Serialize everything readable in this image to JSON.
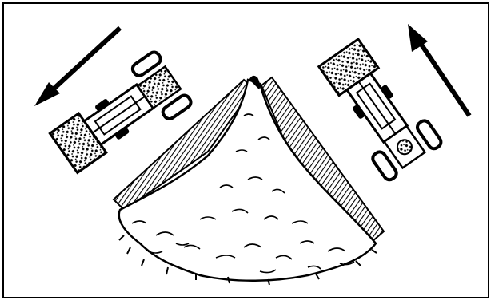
{
  "figure": {
    "caption": "",
    "colors": {
      "ink": "#000000",
      "paper": "#ffffff",
      "hatch": "#000000"
    },
    "elements": [
      "tractor-left",
      "tractor-right",
      "arrow-left",
      "arrow-right",
      "silage-pile",
      "bunker-wall-left",
      "bunker-wall-right"
    ],
    "arrows": [
      {
        "id": "arrow-left",
        "direction": "down-left"
      },
      {
        "id": "arrow-right",
        "direction": "up-left"
      }
    ]
  }
}
